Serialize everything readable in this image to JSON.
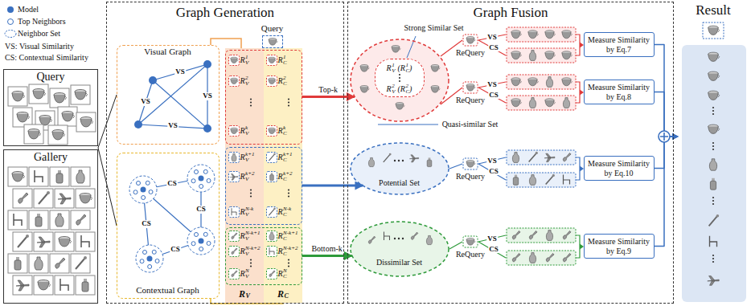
{
  "diagram": {
    "nodes": [
      {
        "text": [
          "Query"
        ]
      },
      {
        "text": [
          "Gallery"
        ]
      },
      {
        "text": [
          "Graph Generation"
        ]
      },
      {
        "text": [
          "Visual Graph"
        ],
        "in": 2
      },
      {
        "text": [
          "Contextual Graph"
        ],
        "in": 2
      },
      {
        "text": [
          "Query"
        ],
        "in": 2
      },
      {
        "text": [
          "R",
          "V",
          "1",
          "R",
          "C",
          "1",
          "R",
          "V",
          "2",
          "R",
          "C",
          "2",
          "R",
          "V",
          "k",
          "R",
          "C",
          "k"
        ],
        "in": 2
      },
      {
        "text": [
          "R",
          "V",
          "k+1",
          "R",
          "C",
          "k+1",
          "R",
          "V",
          "k+2",
          "R",
          "C",
          "k+2",
          "R",
          "V",
          "N-k",
          "R",
          "C",
          "N-k"
        ],
        "in": 2
      },
      {
        "text": [
          "R",
          "V",
          "N-k+1",
          "R",
          "C",
          "N-k+1",
          "R",
          "V",
          "N-k+2",
          "R",
          "C",
          "N-k+2",
          "R",
          "V",
          "N",
          "R",
          "C",
          "N"
        ],
        "in": 2
      },
      {
        "text": [
          "Graph Fusion"
        ]
      },
      {
        "text": [
          "Quasi-similar Set"
        ],
        "in": 9
      },
      {
        "text": [
          "Strong Similar Set",
          "R",
          "V",
          "1",
          "(R",
          "C",
          "1",
          ")",
          "R",
          "V",
          "2",
          "(R",
          "C",
          "2",
          ")"
        ],
        "in": 10
      },
      {
        "text": [
          "Potential Set"
        ],
        "in": 9
      },
      {
        "text": [
          "Dissimilar Set"
        ],
        "in": 9
      },
      {
        "text": [
          "Measure Similarity by Eq.7"
        ],
        "in": 9
      },
      {
        "text": [
          "Measure Similarity by Eq.8"
        ],
        "in": 9
      },
      {
        "text": [
          "Measure Similarity by Eq.10"
        ],
        "in": 9
      },
      {
        "text": [
          "Measure Similarity by Eq.9"
        ],
        "in": 9
      },
      {
        "text": [
          "Result"
        ]
      }
    ],
    "edges": [
      {
        "from": 6,
        "to": 10,
        "arrow": "to",
        "label": "Top-k"
      },
      {
        "from": 7,
        "to": 12,
        "arrow": "to"
      },
      {
        "from": 8,
        "to": 13,
        "arrow": "to",
        "label": "Bottom-k"
      },
      {
        "from": 14,
        "to": 18,
        "arrow": "to"
      },
      {
        "from": 15,
        "to": 18,
        "arrow": "to"
      },
      {
        "from": 16,
        "to": 18,
        "arrow": "to"
      },
      {
        "from": 17,
        "to": 18,
        "arrow": "to"
      }
    ],
    "labels": [
      "VS",
      "VS",
      "VS",
      "VS",
      "CS",
      "CS",
      "CS",
      "CS",
      "R",
      "V",
      "R",
      "C",
      "ReQuery",
      "VS",
      "CS",
      "ReQuery",
      "VS",
      "CS",
      "ReQuery",
      "VS",
      "CS",
      "ReQuery",
      "VS",
      "CS"
    ],
    "legend": [
      {
        "text": "Model"
      },
      {
        "text": "Top Neighbors"
      },
      {
        "text": "Neighbor Set"
      },
      {
        "text": "VS: Visual Similarity"
      },
      {
        "text": "CS: Contextual Similarity"
      }
    ]
  }
}
